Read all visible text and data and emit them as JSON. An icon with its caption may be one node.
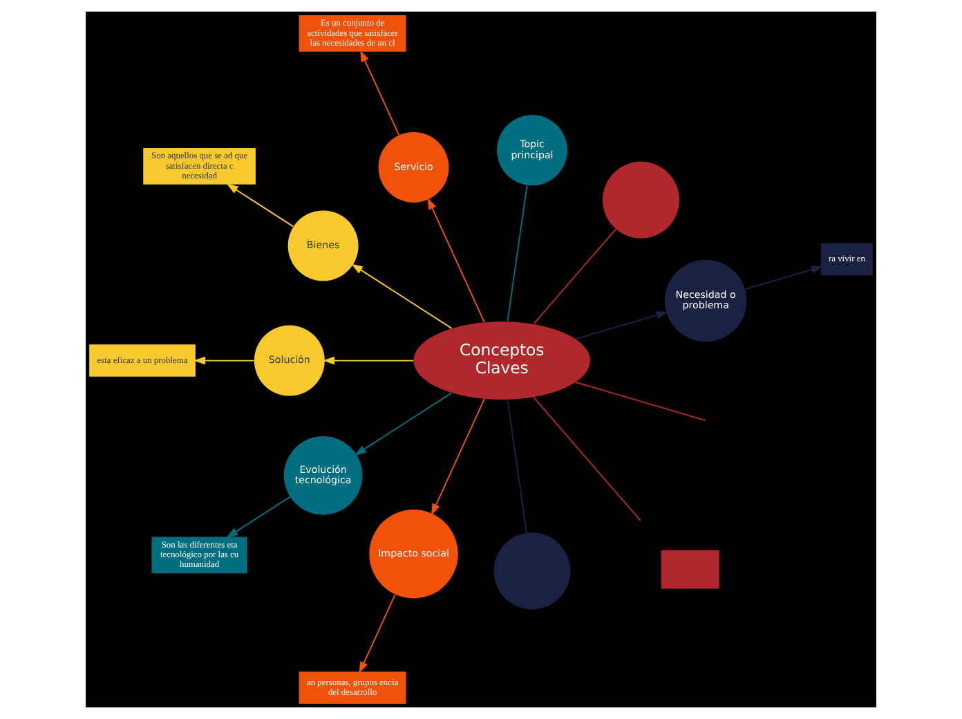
{
  "diagram": {
    "nodes": [
      {
        "text": [
          "Conceptos Claves"
        ]
      },
      {
        "text": [
          "Necesidad o problema"
        ]
      },
      {
        "text": [
          "ra vivir en"
        ]
      },
      {
        "text": [],
        "shape": "circle"
      },
      {
        "text": [],
        "shape": "box"
      },
      {
        "text": [
          "Topic principal"
        ]
      },
      {
        "text": [
          "Servicio"
        ]
      },
      {
        "text": [
          "Es un conjunto de actividades que satisfacer las necesidades de un cl"
        ]
      },
      {
        "text": [
          "Bienes"
        ]
      },
      {
        "text": [
          "Son aquellos que se ad que satisfacen directa c necesidad"
        ]
      },
      {
        "text": [
          "Solución"
        ]
      },
      {
        "text": [
          "esta eficaz a un problema"
        ]
      },
      {
        "text": [
          "Evolución tecnológica"
        ]
      },
      {
        "text": [
          "Son las diferentes eta tecnológico por las cu humanidad"
        ]
      },
      {
        "text": [
          "Impacto social"
        ]
      },
      {
        "text": [
          "an personas, grupos encia del desarrollo"
        ]
      },
      {
        "text": [],
        "shape": "circle"
      }
    ],
    "edges": [
      {
        "from": 0,
        "to": 1,
        "arrow": "to",
        "color": "#1b2140"
      },
      {
        "from": 1,
        "to": 2,
        "arrow": "to",
        "color": "#1b2140"
      },
      {
        "from": 0,
        "to": 3,
        "arrow": "none",
        "color": "#b0282c"
      },
      {
        "from": 0,
        "to": 5,
        "arrow": "none",
        "color": "#006e7f"
      },
      {
        "from": 0,
        "to": 6,
        "arrow": "to",
        "color": "#f0520a"
      },
      {
        "from": 6,
        "to": 7,
        "arrow": "to",
        "color": "#f0520a"
      },
      {
        "from": 0,
        "to": 8,
        "arrow": "to",
        "color": "#f8ca2e"
      },
      {
        "from": 8,
        "to": 9,
        "arrow": "to",
        "color": "#f8ca2e"
      },
      {
        "from": 0,
        "to": 10,
        "arrow": "to",
        "color": "#f8ca2e"
      },
      {
        "from": 10,
        "to": 11,
        "arrow": "to",
        "color": "#f8ca2e"
      },
      {
        "from": 0,
        "to": 12,
        "arrow": "to",
        "color": "#006e7f"
      },
      {
        "from": 12,
        "to": 13,
        "arrow": "to",
        "color": "#006e7f"
      },
      {
        "from": 0,
        "to": 14,
        "arrow": "to",
        "color": "#f0520a"
      },
      {
        "from": 14,
        "to": 15,
        "arrow": "to",
        "color": "#f0520a"
      },
      {
        "from": 0,
        "to": 16,
        "arrow": "none",
        "color": "#1b2140"
      },
      {
        "from": 0,
        "to": null,
        "arrow": "none",
        "color": "#b0282c"
      },
      {
        "from": 0,
        "to": null,
        "arrow": "none",
        "color": "#b0282c"
      }
    ]
  }
}
